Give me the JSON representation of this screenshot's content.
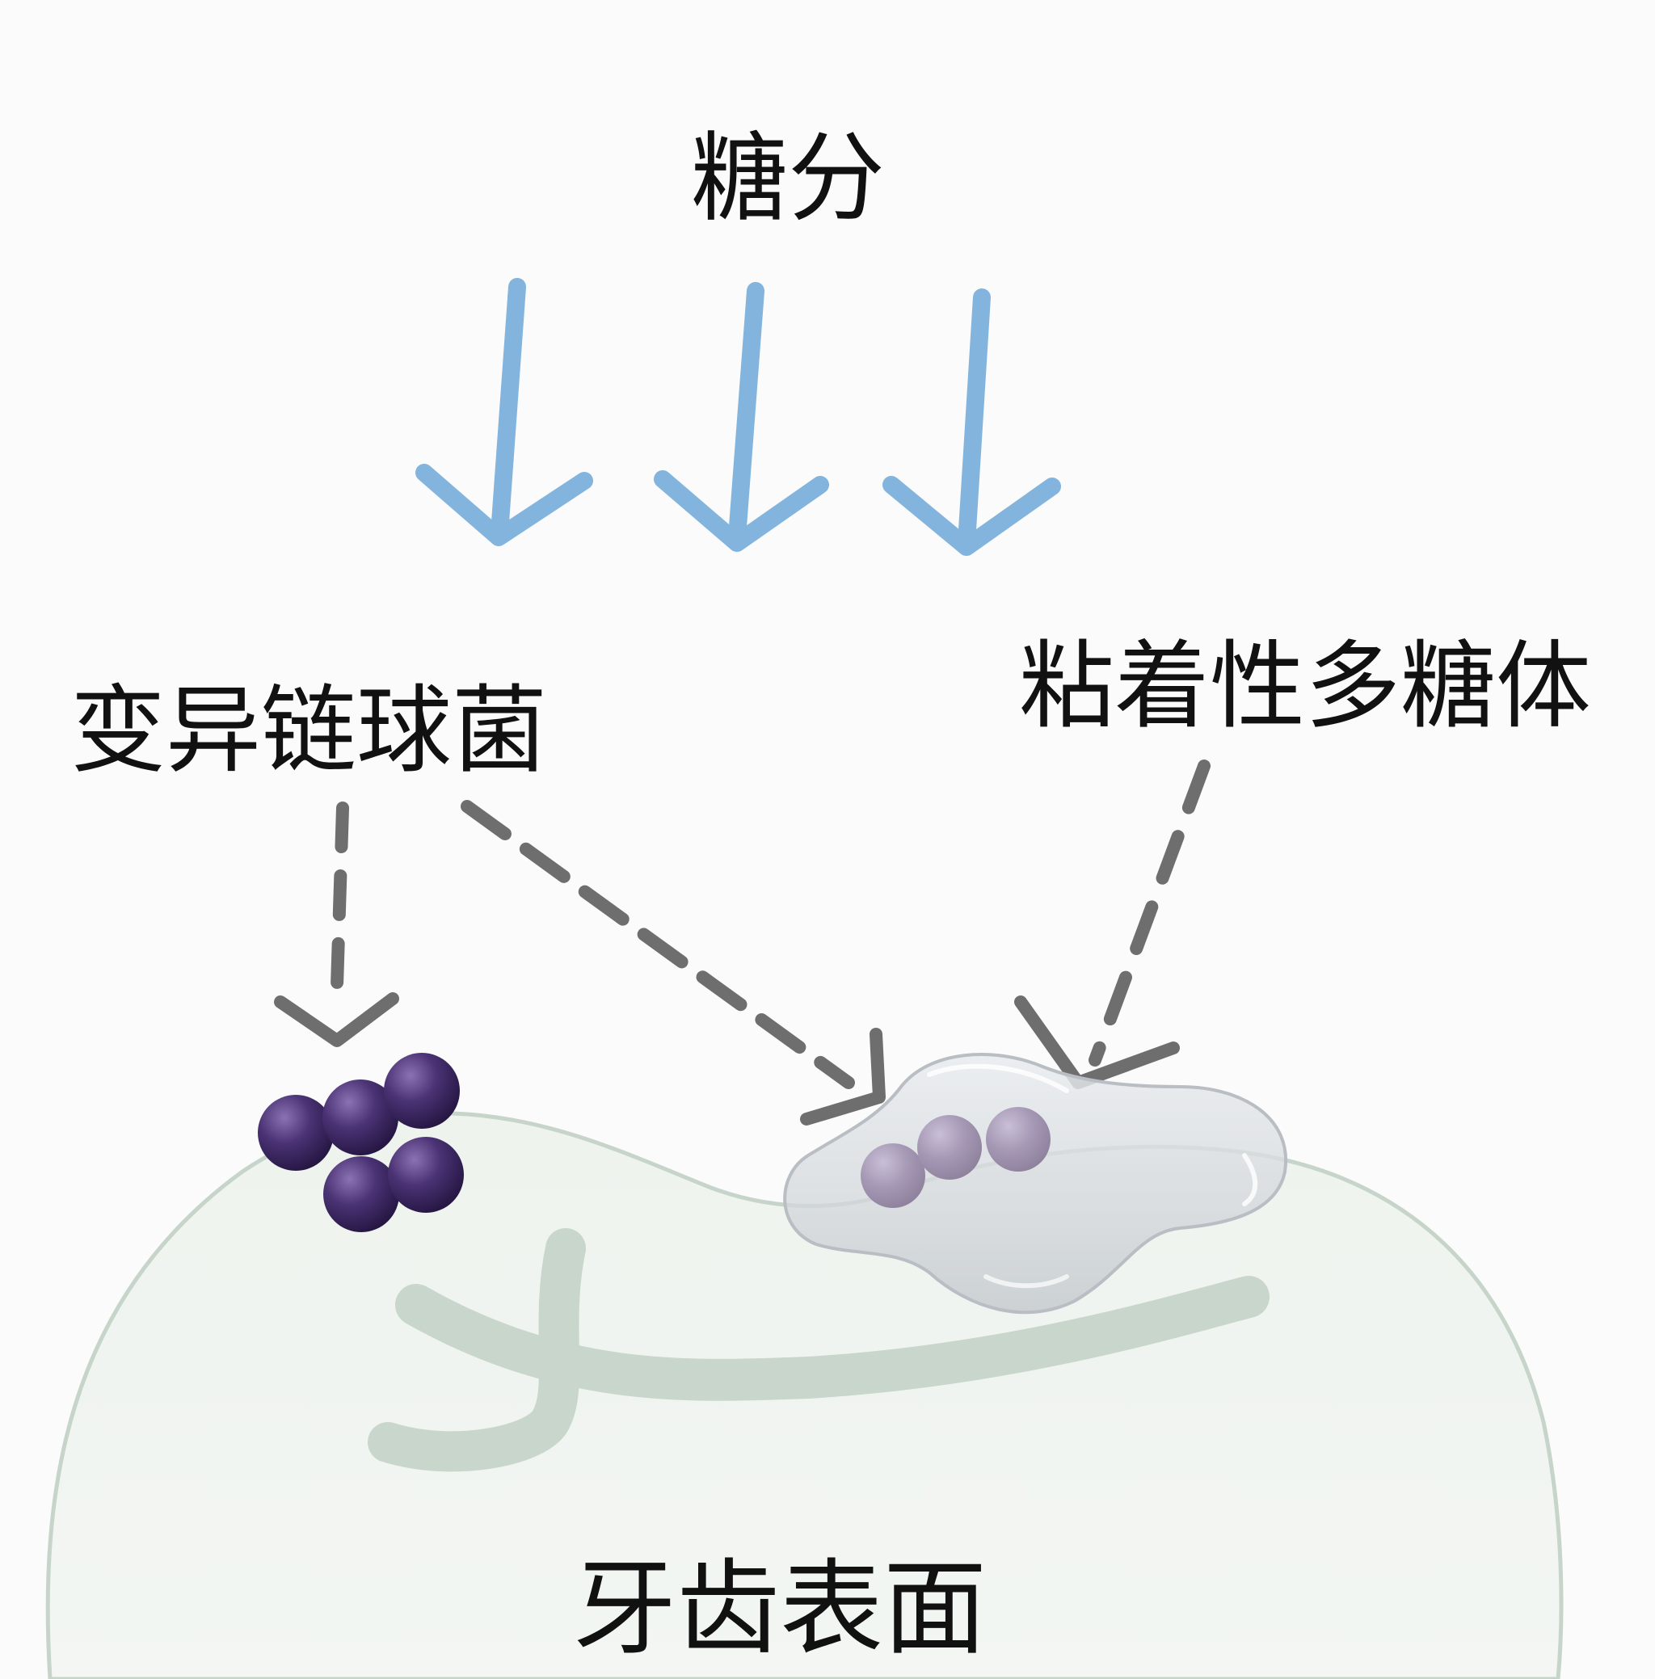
{
  "labels": {
    "sugar": "糖分",
    "streptococcus_mutans": "变异链球菌",
    "adhesive_polysaccharide": "粘着性多糖体",
    "tooth_surface": "牙齿表面"
  },
  "colors": {
    "background": "#fafbfa",
    "tooth_fill": "#eef3ee",
    "tooth_outline": "#c9d6cc",
    "tooth_grooves": "#c9d6cb",
    "sugar_arrows": "#82b4dd",
    "dashed_arrows": "#6e6e6e",
    "bacteria_purple": "#3e2a63",
    "biofilm_gel": "#d4d8dc",
    "text": "#111111"
  },
  "icons": {
    "sugar_arrows": "down-arrow-icon",
    "bacteria": "coccus-cluster-icon",
    "biofilm": "gel-blob-icon"
  }
}
